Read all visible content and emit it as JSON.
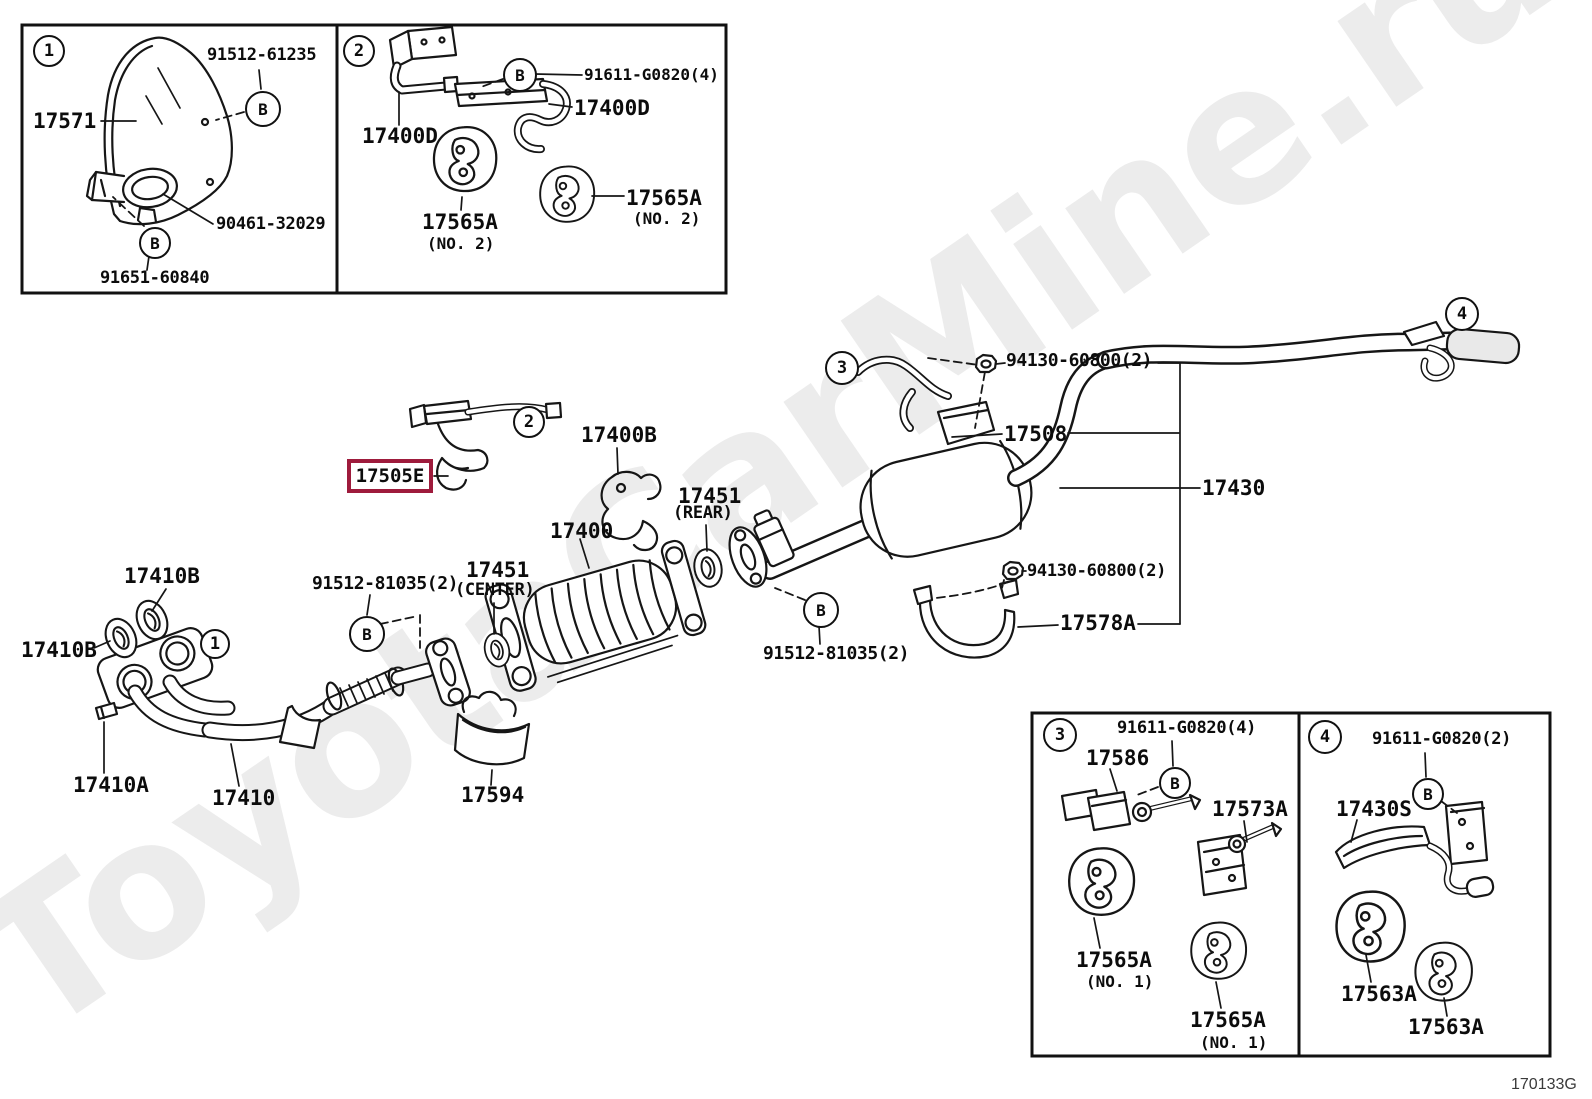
{
  "watermark": "ToyotaCarMine.ru",
  "drawing_code": "170133G",
  "highlight": {
    "part_no": "17505E",
    "box_color": "#9e1b3c"
  },
  "callouts": {
    "n1": "1",
    "n2": "2",
    "n3": "3",
    "n4": "4",
    "b": "B"
  },
  "labels": {
    "p17571": "17571",
    "p91512_61235": "91512-61235",
    "p90461_32029": "90461-32029",
    "p91651_60840": "91651-60840",
    "p91611_g0820_4": "91611-G0820(4)",
    "p91611_g0820_2": "91611-G0820(2)",
    "p17400d": "17400D",
    "p17565a": "17565A",
    "no2": "(NO. 2)",
    "no1": "(NO. 1)",
    "p17400b": "17400B",
    "p17451": "17451",
    "rear": "(REAR)",
    "center": "(CENTER)",
    "p17400": "17400",
    "p94130_60800_2": "94130-60800(2)",
    "p17508": "17508",
    "p17430": "17430",
    "p17578a": "17578A",
    "p91512_81035_2": "91512-81035(2)",
    "p17410b": "17410B",
    "p17410a": "17410A",
    "p17410": "17410",
    "p17594": "17594",
    "p17586": "17586",
    "p17573a": "17573A",
    "p17430s": "17430S",
    "p17563a": "17563A"
  }
}
